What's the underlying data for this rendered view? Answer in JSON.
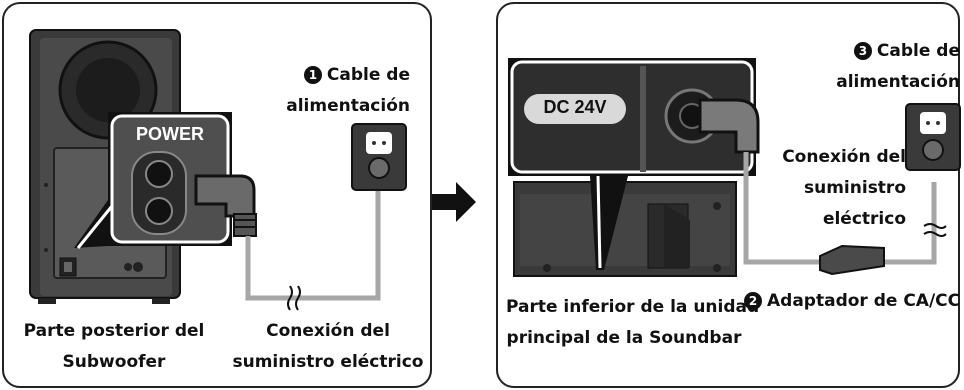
{
  "left_panel": {
    "power_label": "POWER",
    "cable_num": "1",
    "cable_label_line1": "Cable de",
    "cable_label_line2": "alimentación",
    "subwoofer_line1": "Parte posterior del",
    "subwoofer_line2": "Subwoofer",
    "connection_line1": "Conexión del",
    "connection_line2": "suministro eléctrico"
  },
  "right_panel": {
    "dc_label": "DC 24V",
    "cable_num": "3",
    "cable_label_line1": "Cable de",
    "cable_label_line2": "alimentación",
    "connection_line1": "Conexión del",
    "connection_line2": "suministro",
    "connection_line3": "eléctrico",
    "soundbar_line1": "Parte inferior de la unidad",
    "soundbar_line2": "principal de la Soundbar",
    "adapter_num": "2",
    "adapter_label": "Adaptador de CA/CC"
  },
  "colors": {
    "device_dark": "#2b2b2b",
    "device_mid": "#5a5a5a",
    "cable_gray": "#a6a6a6",
    "outlet_dark": "#3a3a3a"
  }
}
